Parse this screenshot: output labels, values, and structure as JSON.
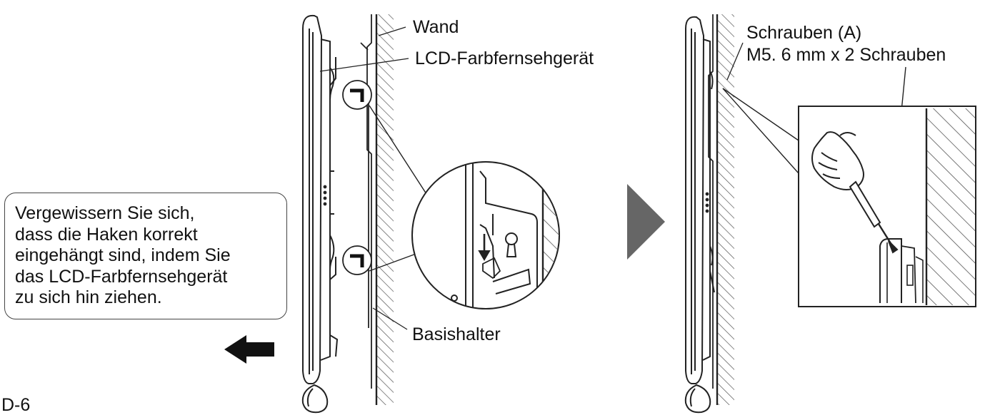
{
  "labels": {
    "wall": "Wand",
    "lcd_tv": "LCD-Farbfernsehgerät",
    "base_bracket": "Basishalter",
    "screws_title": "Schrauben (A)",
    "screws_spec": "M5. 6 mm x 2 Schrauben"
  },
  "note": {
    "lines": [
      "Vergewissern Sie sich,",
      "dass die Haken korrekt",
      "eingehängt sind, indem Sie",
      "das LCD-Farbfernsehgerät",
      "zu sich hin ziehen."
    ]
  },
  "page": {
    "number": "D-6"
  },
  "icons": {
    "pull_arrow": "arrow-left-icon",
    "next_step_arrow": "triangle-right-icon",
    "hook_mark": "hook-corner-icon",
    "screwdriver": "screwdriver-hand-icon"
  },
  "colors": {
    "line": "#222222",
    "arrow": "#666666",
    "hatch": "#555555"
  }
}
